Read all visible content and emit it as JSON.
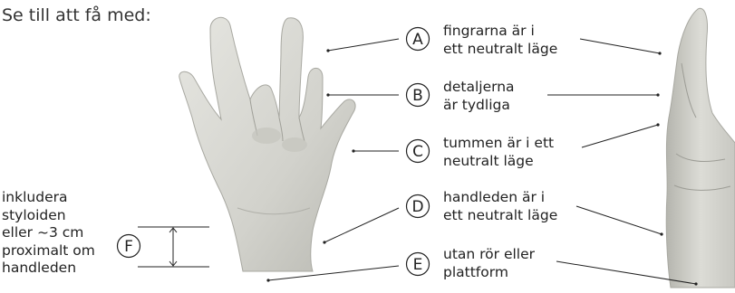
{
  "intro": "Se till att få med:",
  "items": [
    {
      "letter": "A",
      "line1": "fingrarna är i",
      "line2": "ett neutralt läge"
    },
    {
      "letter": "B",
      "line1": "detaljerna",
      "line2": "är tydliga"
    },
    {
      "letter": "C",
      "line1": "tummen är i ett",
      "line2": "neutralt läge"
    },
    {
      "letter": "D",
      "line1": "handleden är i",
      "line2": "ett neutralt läge"
    },
    {
      "letter": "E",
      "line1": "utan rör eller",
      "line2": "plattform"
    }
  ],
  "side": {
    "letter": "F",
    "lines": [
      "inkludera",
      "styloiden",
      "eller ~3 cm",
      "proximalt om",
      "handleden"
    ]
  },
  "colors": {
    "hand": "#dcdcd6",
    "hand_shadow": "#a9a9a2",
    "line": "#222222"
  }
}
